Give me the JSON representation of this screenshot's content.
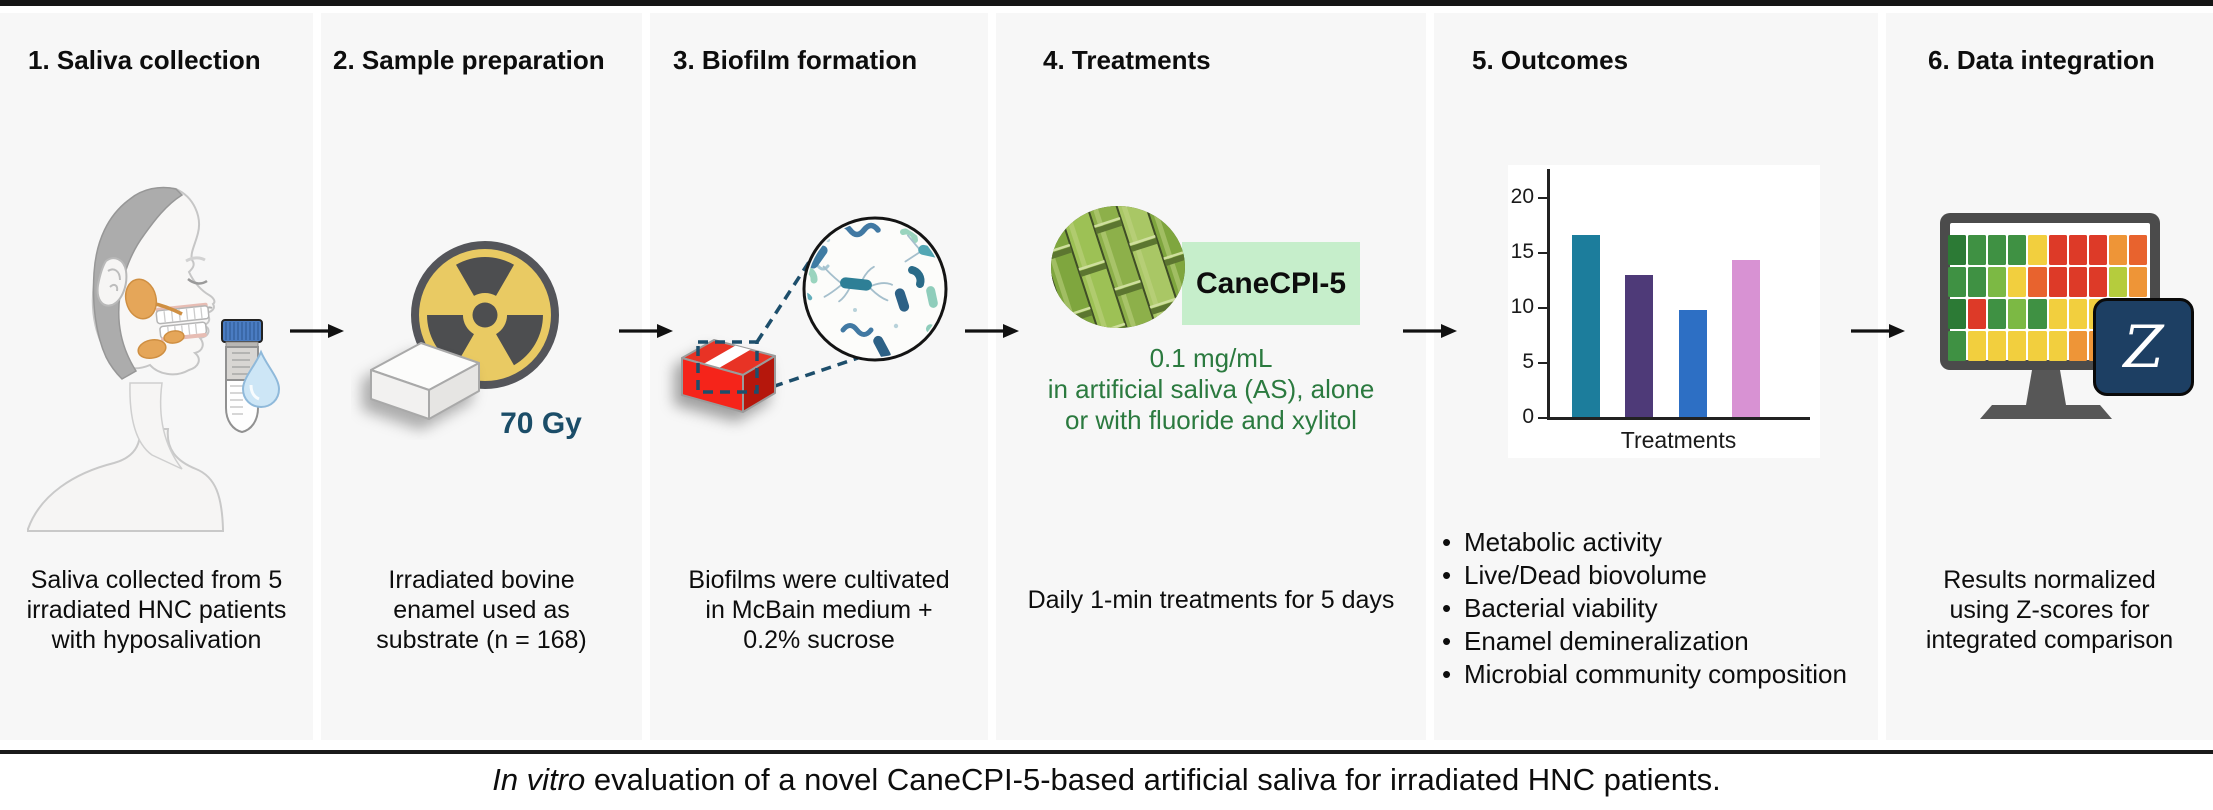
{
  "figure": {
    "caption_italic": "In vitro",
    "caption_rest": " evaluation of a novel CaneCPI-5-based artificial saliva for irradiated HNC patients."
  },
  "panels": [
    {
      "title": "1. Saliva collection",
      "caption_lines": [
        "Saliva collected from 5",
        "irradiated HNC patients",
        "with hyposalivation"
      ]
    },
    {
      "title": "2. Sample preparation",
      "dose_label": "70 Gy",
      "caption_lines": [
        "Irradiated bovine",
        "enamel used as",
        "substrate (n = 168)"
      ]
    },
    {
      "title": "3. Biofilm formation",
      "caption_lines": [
        "Biofilms were cultivated",
        "in McBain medium +",
        "0.2% sucrose"
      ]
    },
    {
      "title": "4. Treatments",
      "product_label": "CaneCPI-5",
      "treatment_lines": [
        "0.1 mg/mL",
        "in artificial saliva (AS), alone",
        "or with fluoride and xylitol"
      ],
      "caption_lines": [
        "Daily 1-min treatments for 5 days"
      ]
    },
    {
      "title": "5. Outcomes",
      "outcome_bullets": [
        "Metabolic activity",
        "Live/Dead biovolume",
        "Bacterial viability",
        "Enamel demineralization",
        "Microbial community composition"
      ]
    },
    {
      "title": "6. Data integration",
      "z_symbol": "Z",
      "caption_lines": [
        "Results normalized",
        "using Z-scores for",
        "integrated comparison"
      ]
    }
  ],
  "chart_data": {
    "type": "bar",
    "title": "",
    "xlabel": "Treatments",
    "ylabel": "",
    "categories": [
      "",
      "",
      "",
      ""
    ],
    "values": [
      16.5,
      12.9,
      9.7,
      14.3
    ],
    "bar_colors": [
      "#1c7d9c",
      "#4e3a78",
      "#2d6fc4",
      "#d892d3"
    ],
    "yticks": [
      0,
      5,
      10,
      15,
      20
    ],
    "ylim": [
      0,
      22
    ],
    "grid": false,
    "legend": false
  },
  "heatmap": {
    "palette": {
      "dg": "#2c7a35",
      "g": "#3f9143",
      "lg": "#7cb944",
      "yg": "#b5cc3d",
      "y": "#f2cf3e",
      "o": "#ee9537",
      "or": "#e8632e",
      "r": "#dd3a28"
    },
    "rows": [
      [
        "dg",
        "g",
        "g",
        "g",
        "y",
        "r",
        "r",
        "r",
        "o",
        "or"
      ],
      [
        "g",
        "g",
        "lg",
        "y",
        "or",
        "r",
        "r",
        "r",
        "yg",
        "o"
      ],
      [
        "dg",
        "r",
        "g",
        "lg",
        "g",
        "y",
        "y",
        "y",
        "o",
        "y"
      ],
      [
        "g",
        "y",
        "y",
        "y",
        "y",
        "y",
        "o",
        "o",
        "y",
        "o"
      ]
    ]
  },
  "colors": {
    "panel_bg": "#f7f7f7",
    "dose_text": "#1b4d68",
    "treatment_text": "#2b7a3f",
    "product_box_bg": "#c6eecb",
    "zscore_box_bg": "#1d3f63",
    "dashed_navy": "#1d4e6b",
    "biofilm_red": "#f5241a",
    "radiation_yellow": "#e9ca63",
    "gland_orange": "#e5a659"
  }
}
